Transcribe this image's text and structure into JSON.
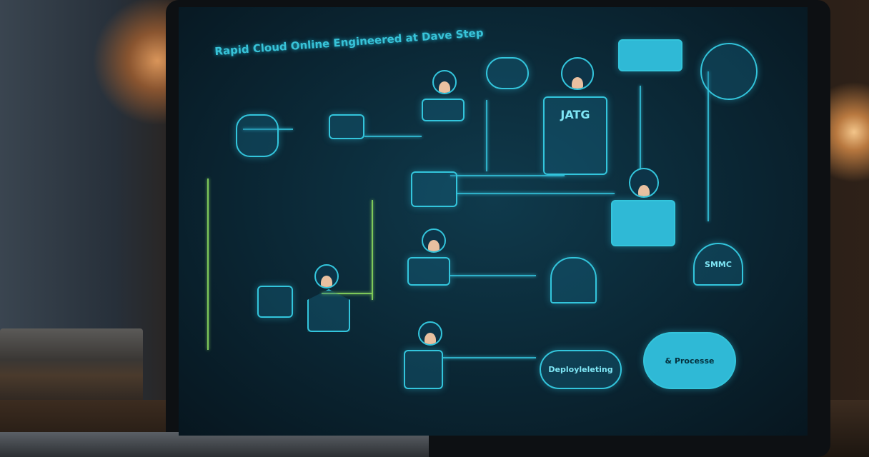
{
  "screen": {
    "title": "Rapid Cloud Online Engineered at Dave Step",
    "nodes": {
      "jatg": "JATG",
      "smmc": "SMMC",
      "cloud_deploy": "Deployleleting",
      "cloud_process": "& Processe"
    }
  },
  "colors": {
    "accent": "#33c5dc",
    "secondary": "#7ec85a",
    "screen_bg": "#0a2431"
  }
}
